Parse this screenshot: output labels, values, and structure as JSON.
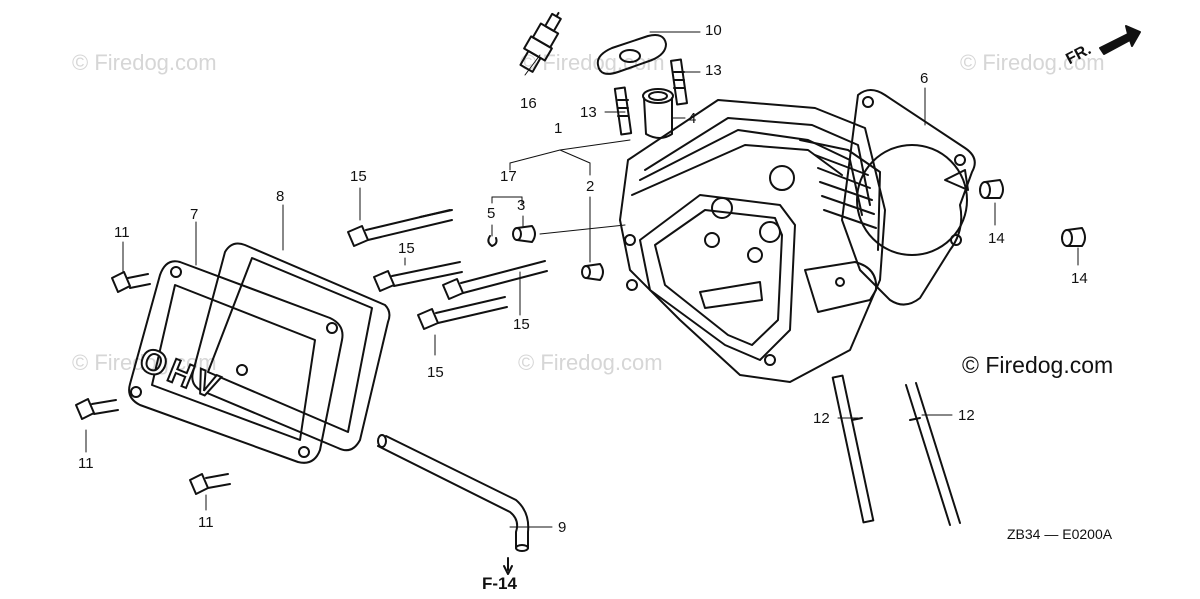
{
  "watermarks": [
    "© Firedog.com",
    "© Firedog.com",
    "© Firedog.com",
    "© Firedog.com",
    "© Firedog.com"
  ],
  "copyright": "© Firedog.com",
  "diagram_code": "ZB34 — E0200A",
  "reference": "F-14",
  "direction_label": "FR.",
  "logo_text": "OHV",
  "callouts": {
    "c1": "1",
    "c2": "2",
    "c3": "3",
    "c4": "4",
    "c5": "5",
    "c6": "6",
    "c7": "7",
    "c8": "8",
    "c9": "9",
    "c10": "10",
    "c11a": "11",
    "c11b": "11",
    "c11c": "11",
    "c12a": "12",
    "c12b": "12",
    "c13a": "13",
    "c13b": "13",
    "c14a": "14",
    "c14b": "14",
    "c15a": "15",
    "c15b": "15",
    "c15c": "15",
    "c15d": "15",
    "c16": "16",
    "c17": "17"
  }
}
